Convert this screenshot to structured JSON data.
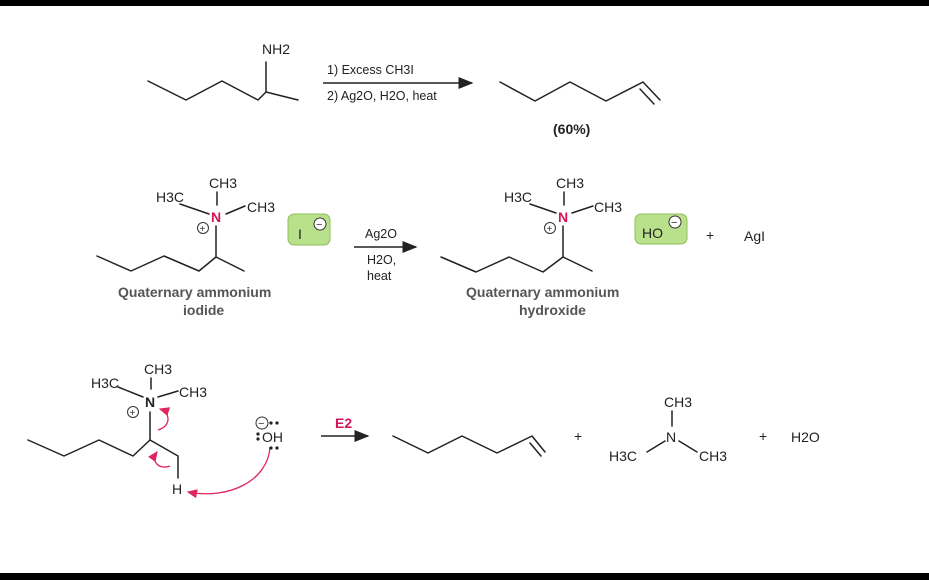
{
  "reaction1": {
    "nh2": "NH2",
    "reagent1": "1) Excess CH3I",
    "reagent2": "2) Ag2O, H2O, heat",
    "yield": "(60%)"
  },
  "reaction2": {
    "ch3_top": "CH3",
    "h3c": "H3C",
    "n": "N",
    "ch3_right": "CH3",
    "plus_charge": "+",
    "iodide": "I",
    "minus_charge": "−",
    "reagent_ag2o": "Ag2O",
    "reagent_h2o": "H2O,",
    "reagent_heat": "heat",
    "caption_left_1": "Quaternary ammonium",
    "caption_left_2": "iodide",
    "caption_right_1": "Quaternary ammonium",
    "caption_right_2": "hydroxide",
    "hydroxide": "HO",
    "plus": "+",
    "agi": "AgI"
  },
  "reaction3": {
    "ch3_top": "CH3",
    "h3c": "H3C",
    "n": "N",
    "ch3_right": "CH3",
    "h": "H",
    "oh": "OH",
    "e2": "E2",
    "plus1": "+",
    "tma_ch3_top": "CH3",
    "tma_n": "N",
    "tma_h3c": "H3C",
    "tma_ch3_right": "CH3",
    "plus2": "+",
    "water": "H2O"
  },
  "colors": {
    "nitrogen": "#d4145a",
    "arrow_red": "#e0245e",
    "counterion_box": "#b9e08a",
    "caption_gray": "#555555"
  }
}
